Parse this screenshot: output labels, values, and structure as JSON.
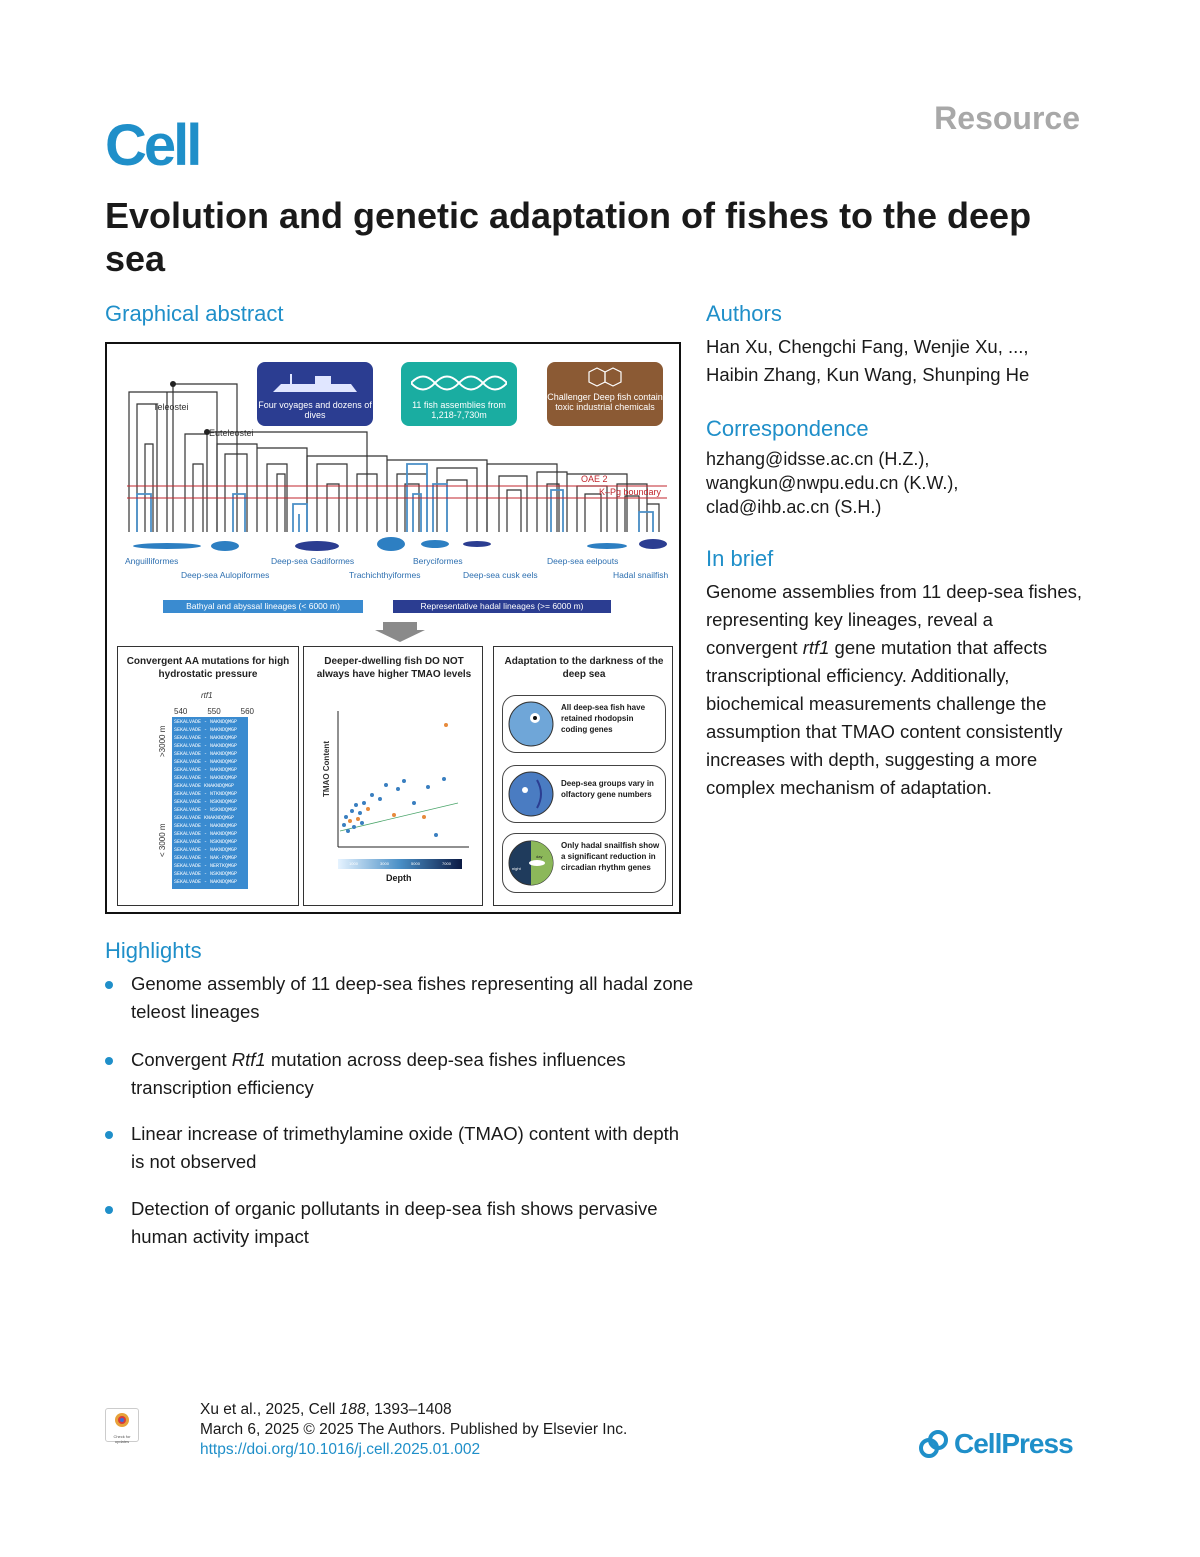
{
  "header": {
    "journal": "Cell",
    "article_type": "Resource",
    "title": "Evolution and genetic adaptation of fishes to the deep sea"
  },
  "sections": {
    "graphical_abstract": "Graphical abstract",
    "authors": "Authors",
    "correspondence": "Correspondence",
    "in_brief": "In brief",
    "highlights": "Highlights"
  },
  "authors": [
    "Han Xu, Chengchi Fang, Wenjie Xu, ...,",
    "Haibin Zhang, Kun Wang, Shunping He"
  ],
  "correspondence": [
    "hzhang@idsse.ac.cn (H.Z.),",
    "wangkun@nwpu.edu.cn (K.W.),",
    "clad@ihb.ac.cn (S.H.)"
  ],
  "in_brief": {
    "before": "Genome assemblies from 11 deep-sea fishes, representing key lineages, reveal a convergent ",
    "gene": "rtf1",
    "after": " gene mutation that affects transcriptional efficiency. Additionally, biochemical measurements challenge the assumption that TMAO content consistently increases with depth, suggesting a more complex mechanism of adaptation."
  },
  "highlights": [
    {
      "before": "Genome assembly of 11 deep-sea fishes representing all hadal zone teleost lineages",
      "italic": "",
      "after": ""
    },
    {
      "before": "Convergent ",
      "italic": "Rtf1",
      "after": " mutation across deep-sea fishes influences transcription efficiency"
    },
    {
      "before": "Linear increase of trimethylamine oxide (TMAO) content with depth is not observed",
      "italic": "",
      "after": ""
    },
    {
      "before": "Detection of organic pollutants in deep-sea fish shows pervasive human activity impact",
      "italic": "",
      "after": ""
    }
  ],
  "footer": {
    "citation_a": "Xu et al., 2025, Cell ",
    "citation_vol": "188",
    "citation_b": ", 1393–1408",
    "date_line": "March 6, 2025 © 2025 The Authors. Published by Elsevier Inc.",
    "doi": "https://doi.org/10.1016/j.cell.2025.01.002",
    "check_label": "Check for updates",
    "publisher": "CellPress"
  },
  "graphical": {
    "banners": [
      "Four voyages and dozens of dives",
      "11 fish assemblies from 1,218-7,730m",
      "Challenger Deep fish contain toxic industrial chemicals"
    ],
    "tree_labels": {
      "teleostei": "Teleostei",
      "euteleostei": "Euteleostei",
      "oae": "OAE 2",
      "kpg": "K–Pg boundary"
    },
    "lineages_top": [
      "Anguilliformes",
      "Deep-sea Gadiformes",
      "Beryciformes",
      "Deep-sea eelpouts"
    ],
    "lineages_bottom": [
      "Deep-sea Aulopiformes",
      "Trachichthyiformes",
      "Deep-sea cusk eels",
      "Hadal snailfish"
    ],
    "legend": [
      "Bathyal and abyssal lineages (< 6000 m)",
      "Representative hadal lineages (>= 6000 m)"
    ],
    "panel1": {
      "title": "Convergent AA mutations for high hydrostatic pressure",
      "gene": "rtf1",
      "ticks": [
        "540",
        "550",
        "560"
      ],
      "deep": ">3000 m",
      "shallow": "< 3000 m",
      "seqs": [
        "SEKALVADE - NAKNDQMGP",
        "SEKALVADE - NAKNDQMGP",
        "SEKALVADE - NAKNDQMGP",
        "SEKALVADE - NAKNDQMGP",
        "SEKALVADE - NAKNDQMGP",
        "SEKALVADE - NAKNDQMGP",
        "SEKALVADE - NAKNDQMGP",
        "SEKALVADE - NAKNDQMGP",
        "SEKALVADE KNAKNDQMGP",
        "SEKALVADE - NTKNDQMGP",
        "SEKALVADE - NSKNDQMGP",
        "SEKALVADE - NSKNDQMGP",
        "SEKALVADE KNAKNDQMGP",
        "SEKALVADE - NAKNDQMGP",
        "SEKALVADE - NAKNDQMGP",
        "SEKALVADE - NSKNDQMGP",
        "SEKALVADE - NAKNDQMGP",
        "SEKALVADE - NAK-PQMGP",
        "SEKALVADE - NERTKQMGP",
        "SEKALVADE - NSKNDQMGP",
        "SEKALVADE - NAKNDQMGP"
      ]
    },
    "panel2": {
      "title": "Deeper-dwelling fish DO NOT always have higher TMAO levels",
      "ylabel": "TMAO Content",
      "xlabel": "Depth",
      "scale": [
        "1000",
        "3000",
        "5000",
        "7000"
      ]
    },
    "panel3": {
      "title": "Adaptation to the darkness of the deep sea",
      "items": [
        "All deep-sea fish have retained rhodopsin coding genes",
        "Deep-sea groups vary in olfactory gene numbers",
        "Only hadal snailfish show a significant reduction in circadian rhythm genes"
      ],
      "day": "day",
      "night": "night"
    }
  },
  "colors": {
    "accent": "#1f8fc9",
    "navy": "#2b3d91",
    "teal": "#1aada1",
    "brown": "#8b5a34",
    "branch_blue": "#4a8fc6"
  }
}
